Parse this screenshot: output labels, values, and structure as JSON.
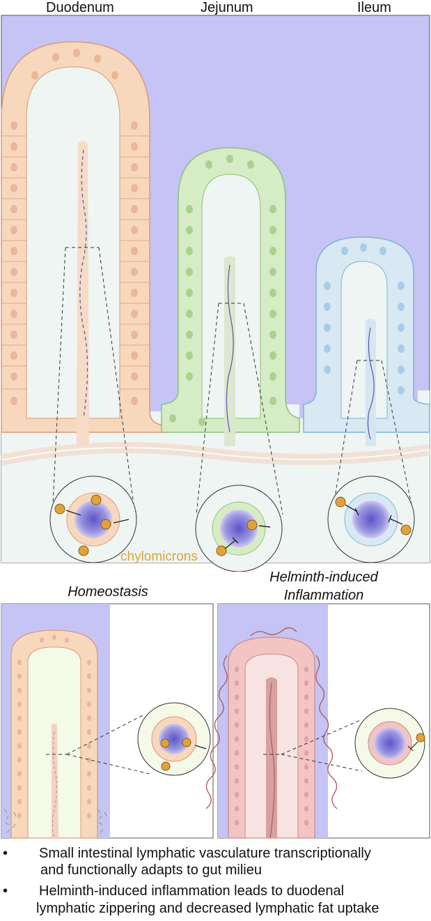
{
  "headers": {
    "duodenum": "Duodenum",
    "jejunum": "Jejunum",
    "ileum": "Ileum"
  },
  "top_panel": {
    "chylomicrons_label": "chylomicrons"
  },
  "bottom_panels": {
    "homeostasis_title": "Homeostasis",
    "inflammation_title_line1": "Helminth-induced",
    "inflammation_title_line2": "Inflammation"
  },
  "bullets": [
    {
      "line1": "Small intestinal lymphatic vasculature transcriptionally",
      "line2": "and functionally adapts to gut milieu"
    },
    {
      "line1": "Helminth-induced inflammation leads to duodenal",
      "line2": "lymphatic zippering and decreased lymphatic fat uptake"
    }
  ],
  "colors": {
    "lumen_purple": "#c5c4f5",
    "tissue_bg": "#eef5f2",
    "duodenum_cells": "#f8d8bd",
    "duodenum_nucleus": "#eab797",
    "jejunum_cells": "#d5ecc4",
    "jejunum_nucleus": "#a9d290",
    "ileum_cells": "#d8e9f4",
    "ileum_nucleus": "#a9cde6",
    "chylomicron": "#e0a23a",
    "inflamed_villus": "#f2c4c4"
  }
}
